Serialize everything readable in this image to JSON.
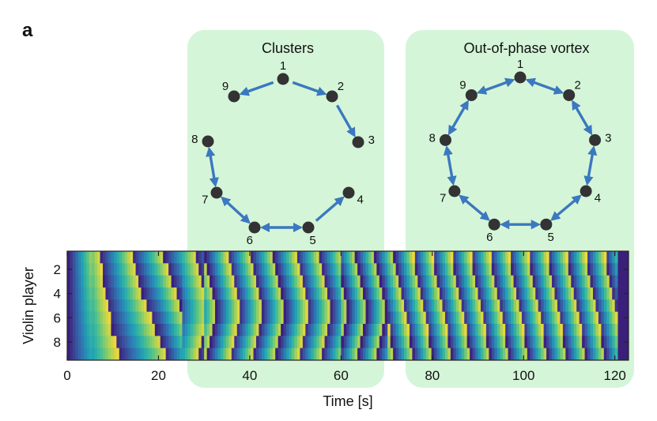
{
  "panel_label": "a",
  "panels": [
    {
      "title": "Clusters",
      "nodes": [
        "1",
        "2",
        "3",
        "4",
        "5",
        "6",
        "7",
        "8",
        "9"
      ],
      "links": [
        {
          "from": "1",
          "to": "9",
          "dir": "to"
        },
        {
          "from": "1",
          "to": "2",
          "dir": "to"
        },
        {
          "from": "2",
          "to": "3",
          "dir": "to"
        },
        {
          "from": "5",
          "to": "4",
          "dir": "to"
        },
        {
          "from": "6",
          "to": "5",
          "dir": "both"
        },
        {
          "from": "7",
          "to": "6",
          "dir": "both"
        },
        {
          "from": "8",
          "to": "7",
          "dir": "both"
        }
      ]
    },
    {
      "title": "Out-of-phase vortex",
      "nodes": [
        "1",
        "2",
        "3",
        "4",
        "5",
        "6",
        "7",
        "8",
        "9"
      ],
      "links": [
        {
          "from": "1",
          "to": "2",
          "dir": "both"
        },
        {
          "from": "2",
          "to": "3",
          "dir": "both"
        },
        {
          "from": "3",
          "to": "4",
          "dir": "both"
        },
        {
          "from": "4",
          "to": "5",
          "dir": "both"
        },
        {
          "from": "5",
          "to": "6",
          "dir": "both"
        },
        {
          "from": "6",
          "to": "7",
          "dir": "both"
        },
        {
          "from": "7",
          "to": "8",
          "dir": "both"
        },
        {
          "from": "8",
          "to": "9",
          "dir": "both"
        },
        {
          "from": "9",
          "to": "1",
          "dir": "both"
        }
      ],
      "time_span": [
        74,
        122
      ]
    }
  ],
  "chart_data": {
    "type": "heatmap",
    "xlabel": "Time [s]",
    "ylabel": "Violin player",
    "xlim": [
      0,
      123
    ],
    "ylim": [
      0.5,
      9.5
    ],
    "xticks": [
      0,
      20,
      40,
      60,
      80,
      100,
      120
    ],
    "yticks": [
      2,
      4,
      6,
      8
    ],
    "players": [
      1,
      2,
      3,
      4,
      5,
      6,
      7,
      8,
      9
    ],
    "value": "oscillation phase (0 to 2π), cyclic colormap",
    "colors": {
      "colormap": [
        "#3b1f7a",
        "#3a4d9a",
        "#2f78b4",
        "#22a5b3",
        "#4cc08e",
        "#a3d15a",
        "#f2d83a"
      ],
      "node": "#333333",
      "arrow": "#3b78bf",
      "highlight": "#d5f5d8"
    }
  }
}
